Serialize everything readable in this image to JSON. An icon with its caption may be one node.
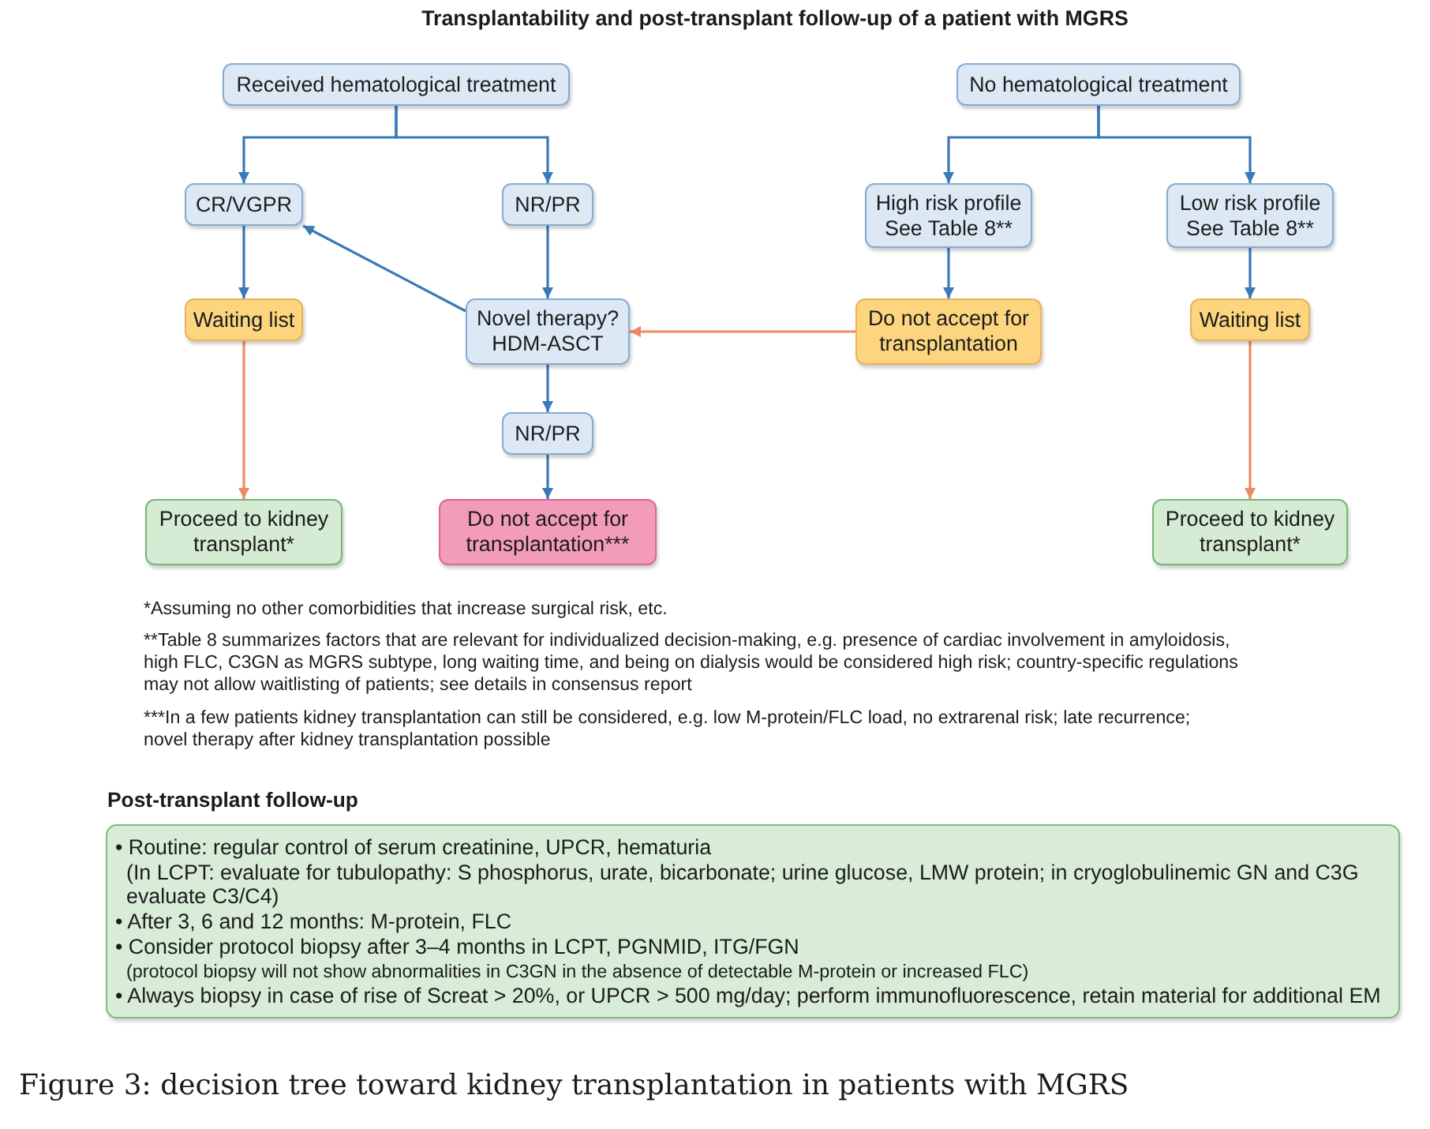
{
  "diagram": {
    "title": "Transplantability and post-transplant follow-up of a patient with MGRS",
    "nodes": [
      {
        "text": [
          "Received hematological treatment"
        ]
      },
      {
        "text": [
          "No hematological treatment"
        ]
      },
      {
        "text": [
          "CR/VGPR"
        ]
      },
      {
        "text": [
          "NR/PR"
        ]
      },
      {
        "text": [
          "High risk profile See Table 8**"
        ]
      },
      {
        "text": [
          "Low risk profile See Table 8**"
        ]
      },
      {
        "text": [
          "Waiting list"
        ]
      },
      {
        "text": [
          "Novel therapy? HDM-ASCT"
        ]
      },
      {
        "text": [
          "Do not accept for transplantation"
        ]
      },
      {
        "text": [
          "Waiting list"
        ]
      },
      {
        "text": [
          "NR/PR"
        ]
      },
      {
        "text": [
          "Proceed to kidney transplant*"
        ]
      },
      {
        "text": [
          "Do not accept for transplantation***"
        ]
      },
      {
        "text": [
          "Proceed to kidney transplant*"
        ]
      },
      {
        "text": [
          "Post-transplant follow-up",
          "• Routine: regular control of serum creatinine, UPCR, hematuria",
          "(In LCPT: evaluate for tubulopathy: S phosphorus, urate, bicarbonate; urine glucose, LMW protein; in cryoglobulinemic GN and C3G evaluate C3/C4)",
          "• After 3, 6 and 12 months: M-protein, FLC",
          "• Consider protocol biopsy after 3–4 months in LCPT, PGNMID, ITG/FGN",
          "(protocol biopsy will not show abnormalities in C3GN in the absence of detectable M-protein or increased FLC)",
          "• Always biopsy in case of rise of Screat > 20%, or UPCR > 500 mg/day; perform immunofluorescence, retain material for additional EM"
        ]
      }
    ],
    "edges": [
      {
        "from": 0,
        "to": 2,
        "arrow": "to"
      },
      {
        "from": 0,
        "to": 3,
        "arrow": "to"
      },
      {
        "from": 1,
        "to": 4,
        "arrow": "to"
      },
      {
        "from": 1,
        "to": 5,
        "arrow": "to"
      },
      {
        "from": 2,
        "to": 6,
        "arrow": "to"
      },
      {
        "from": 3,
        "to": 7,
        "arrow": "to"
      },
      {
        "from": 7,
        "to": 2,
        "arrow": "to"
      },
      {
        "from": 4,
        "to": 8,
        "arrow": "to"
      },
      {
        "from": 5,
        "to": 9,
        "arrow": "to"
      },
      {
        "from": 8,
        "to": 7,
        "arrow": "to",
        "color": "#ee8a63"
      },
      {
        "from": 6,
        "to": 11,
        "arrow": "to",
        "color": "#ee8a63"
      },
      {
        "from": 9,
        "to": 13,
        "arrow": "to",
        "color": "#ee8a63"
      },
      {
        "from": 7,
        "to": 10,
        "arrow": "to"
      },
      {
        "from": 10,
        "to": 12,
        "arrow": "to"
      }
    ],
    "labels": [
      "*Assuming no other comorbidities that increase surgical risk, etc.",
      "**Table 8 summarizes factors that are relevant for individualized decision-making, e.g. presence of cardiac involvement in amyloidosis, high FLC, C3GN as MGRS subtype, long waiting time, and being on dialysis would be considered high risk; country-specific regulations may not allow waitlisting of patients; see details in consensus report",
      "***In a few patients kidney transplantation can still be considered, e.g. low M-protein/FLC load, no extrarenal risk; late recurrence; novel therapy after kidney transplantation possible"
    ],
    "caption": "Figure 3: decision tree toward kidney transplantation in patients with MGRS"
  }
}
